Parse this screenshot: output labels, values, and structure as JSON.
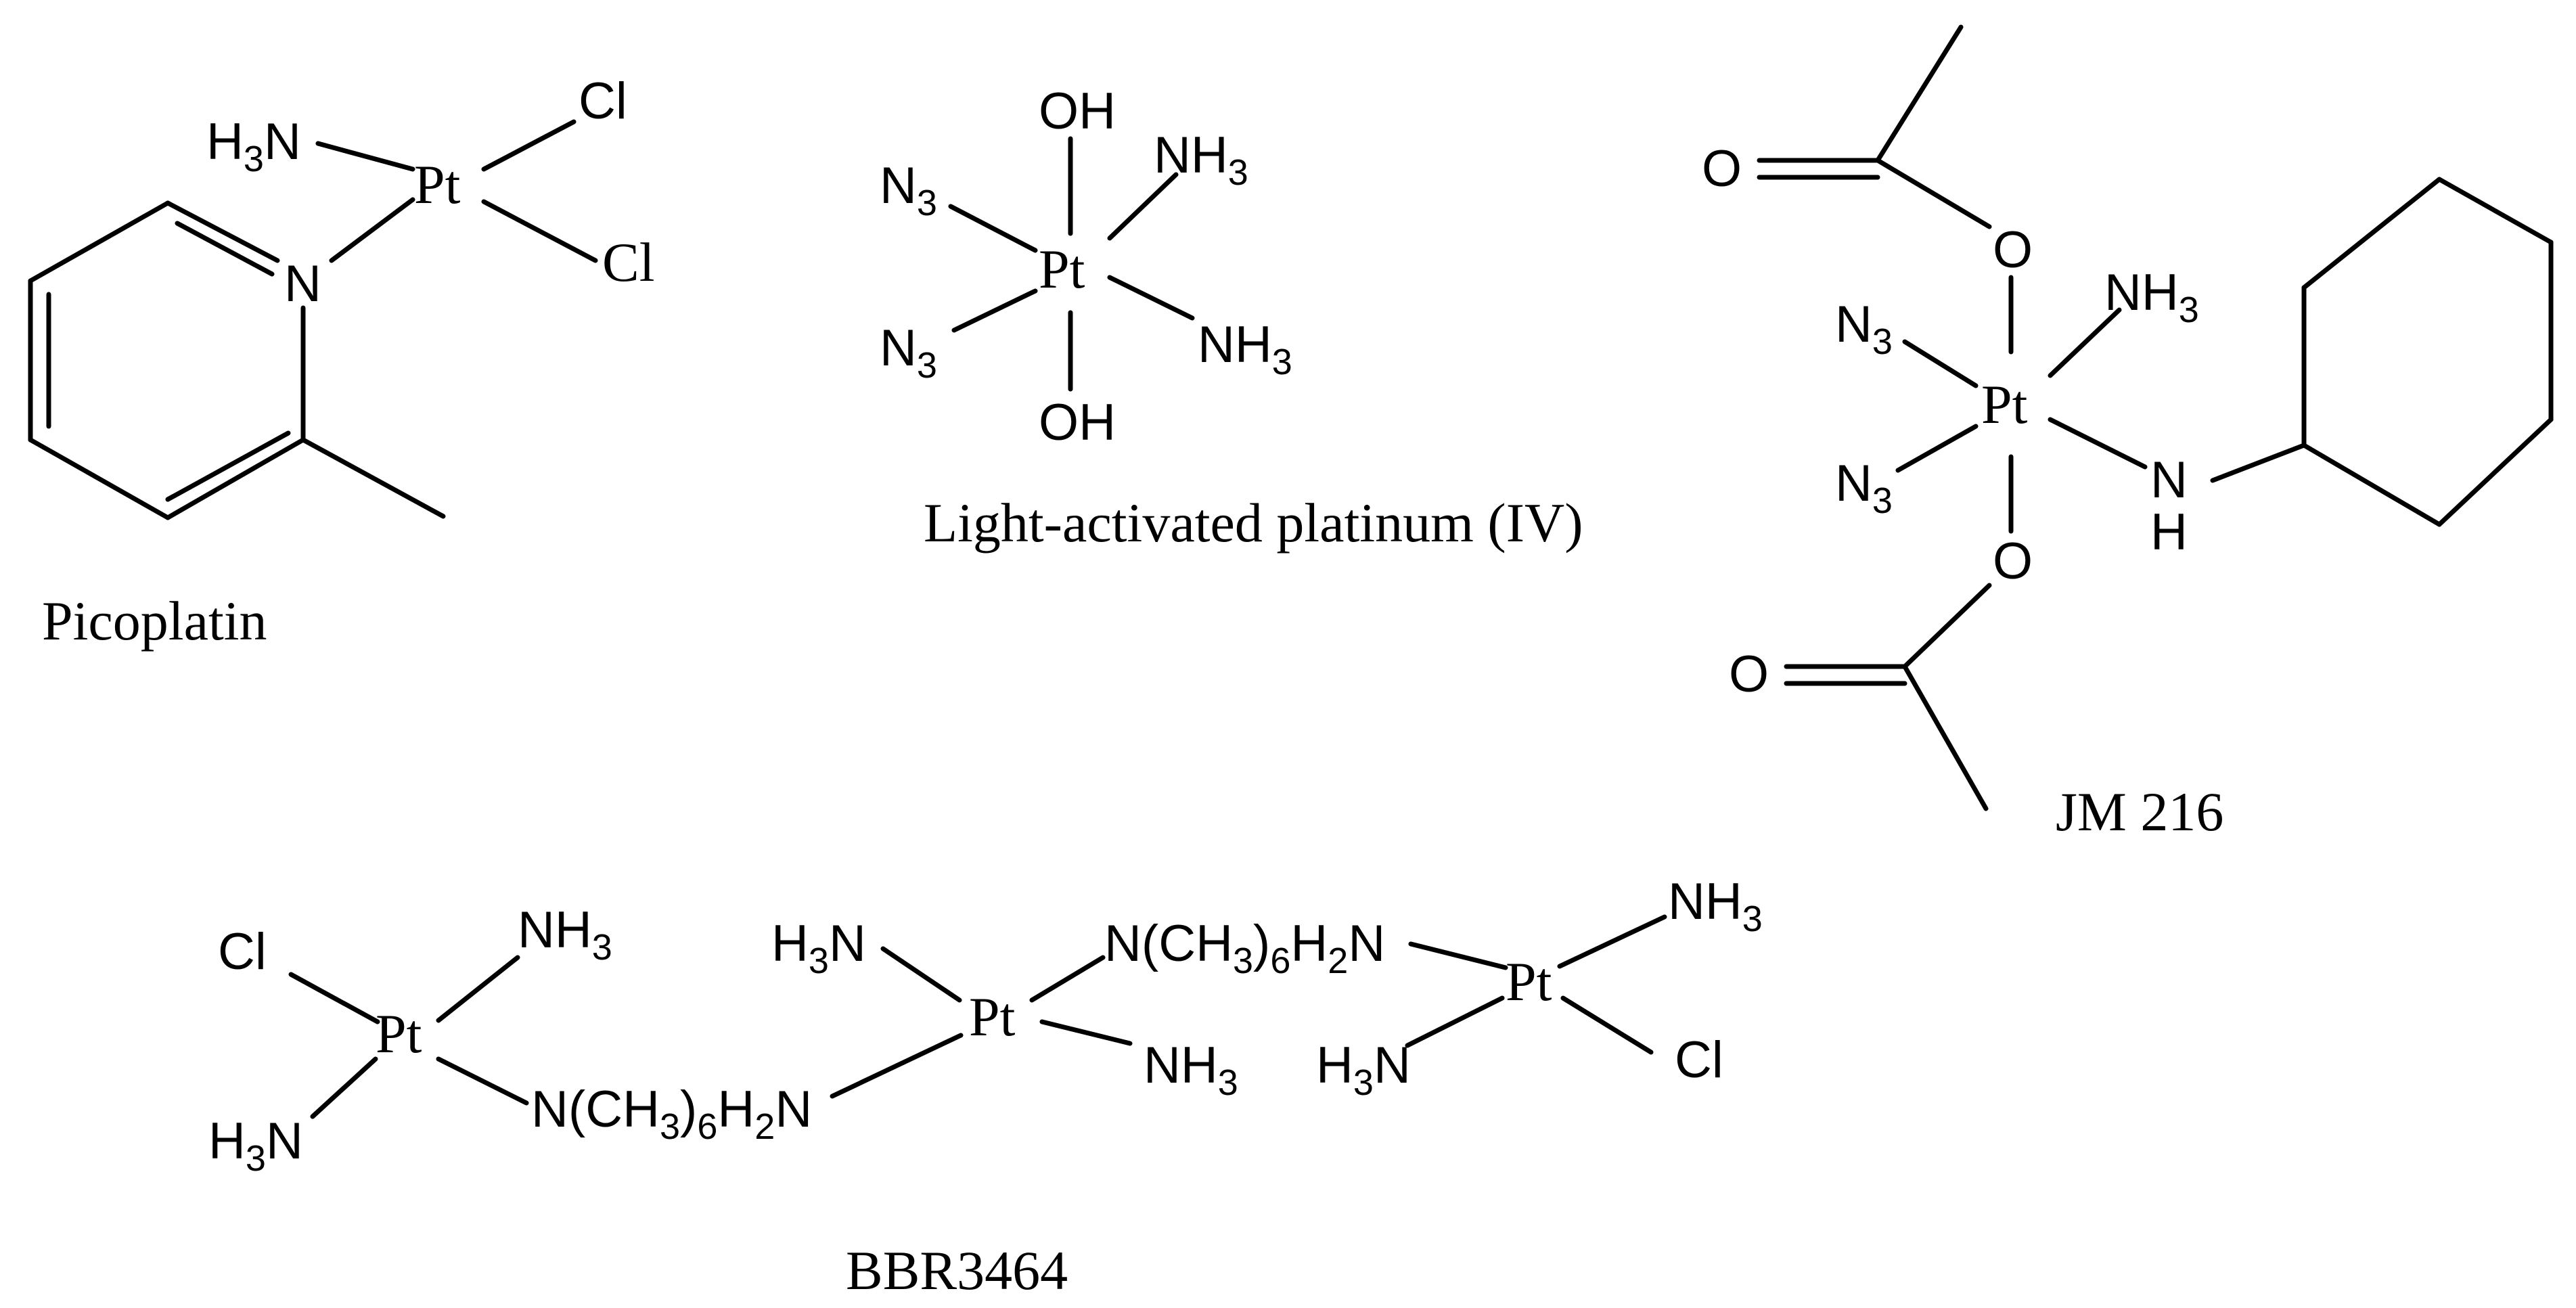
{
  "compounds": {
    "picoplatin": {
      "name": "Picoplatin",
      "pt": "Pt",
      "h3n": {
        "a": "H",
        "sub": "3",
        "b": "N"
      },
      "cl1": "Cl",
      "cl2": "Cl",
      "n": "N"
    },
    "light_activated": {
      "name": "Light-activated platinum (IV)",
      "pt": "Pt",
      "oh_top": "OH",
      "oh_bottom": "OH",
      "nh3_top": {
        "a": "NH",
        "sub": "3"
      },
      "nh3_bottom": {
        "a": "NH",
        "sub": "3"
      },
      "n3_top": {
        "a": "N",
        "sub": "3"
      },
      "n3_bottom": {
        "a": "N",
        "sub": "3"
      }
    },
    "jm216": {
      "name": "JM 216",
      "pt": "Pt",
      "o_carbonyl_top": "O",
      "o_ester_top": "O",
      "o_ester_bottom": "O",
      "o_carbonyl_bottom": "O",
      "nh3": {
        "a": "NH",
        "sub": "3"
      },
      "n3_top": {
        "a": "N",
        "sub": "3"
      },
      "n3_bottom": {
        "a": "N",
        "sub": "3"
      },
      "nh_n": "N",
      "nh_h": "H"
    },
    "bbr3464": {
      "name": "BBR3464",
      "pt_left": "Pt",
      "pt_mid": "Pt",
      "pt_right": "Pt",
      "cl_left": "Cl",
      "cl_right": "Cl",
      "nh3_left": {
        "a": "NH",
        "sub": "3"
      },
      "h3n_left": {
        "a": "H",
        "sub": "3",
        "b": "N"
      },
      "h3n_mid": {
        "a": "H",
        "sub": "3",
        "b": "N"
      },
      "nh3_mid": {
        "a": "NH",
        "sub": "3"
      },
      "nh3_right": {
        "a": "NH",
        "sub": "3"
      },
      "h3n_right": {
        "a": "H",
        "sub": "3",
        "b": "N"
      },
      "linker_left": {
        "a": "N(CH",
        "sub1": "3",
        "b": ")",
        "sub2": "6",
        "c": "H",
        "sub3": "2",
        "d": "N"
      },
      "linker_right": {
        "a": "N(CH",
        "sub1": "3",
        "b": ")",
        "sub2": "6",
        "c": "H",
        "sub3": "2",
        "d": "N"
      }
    }
  }
}
